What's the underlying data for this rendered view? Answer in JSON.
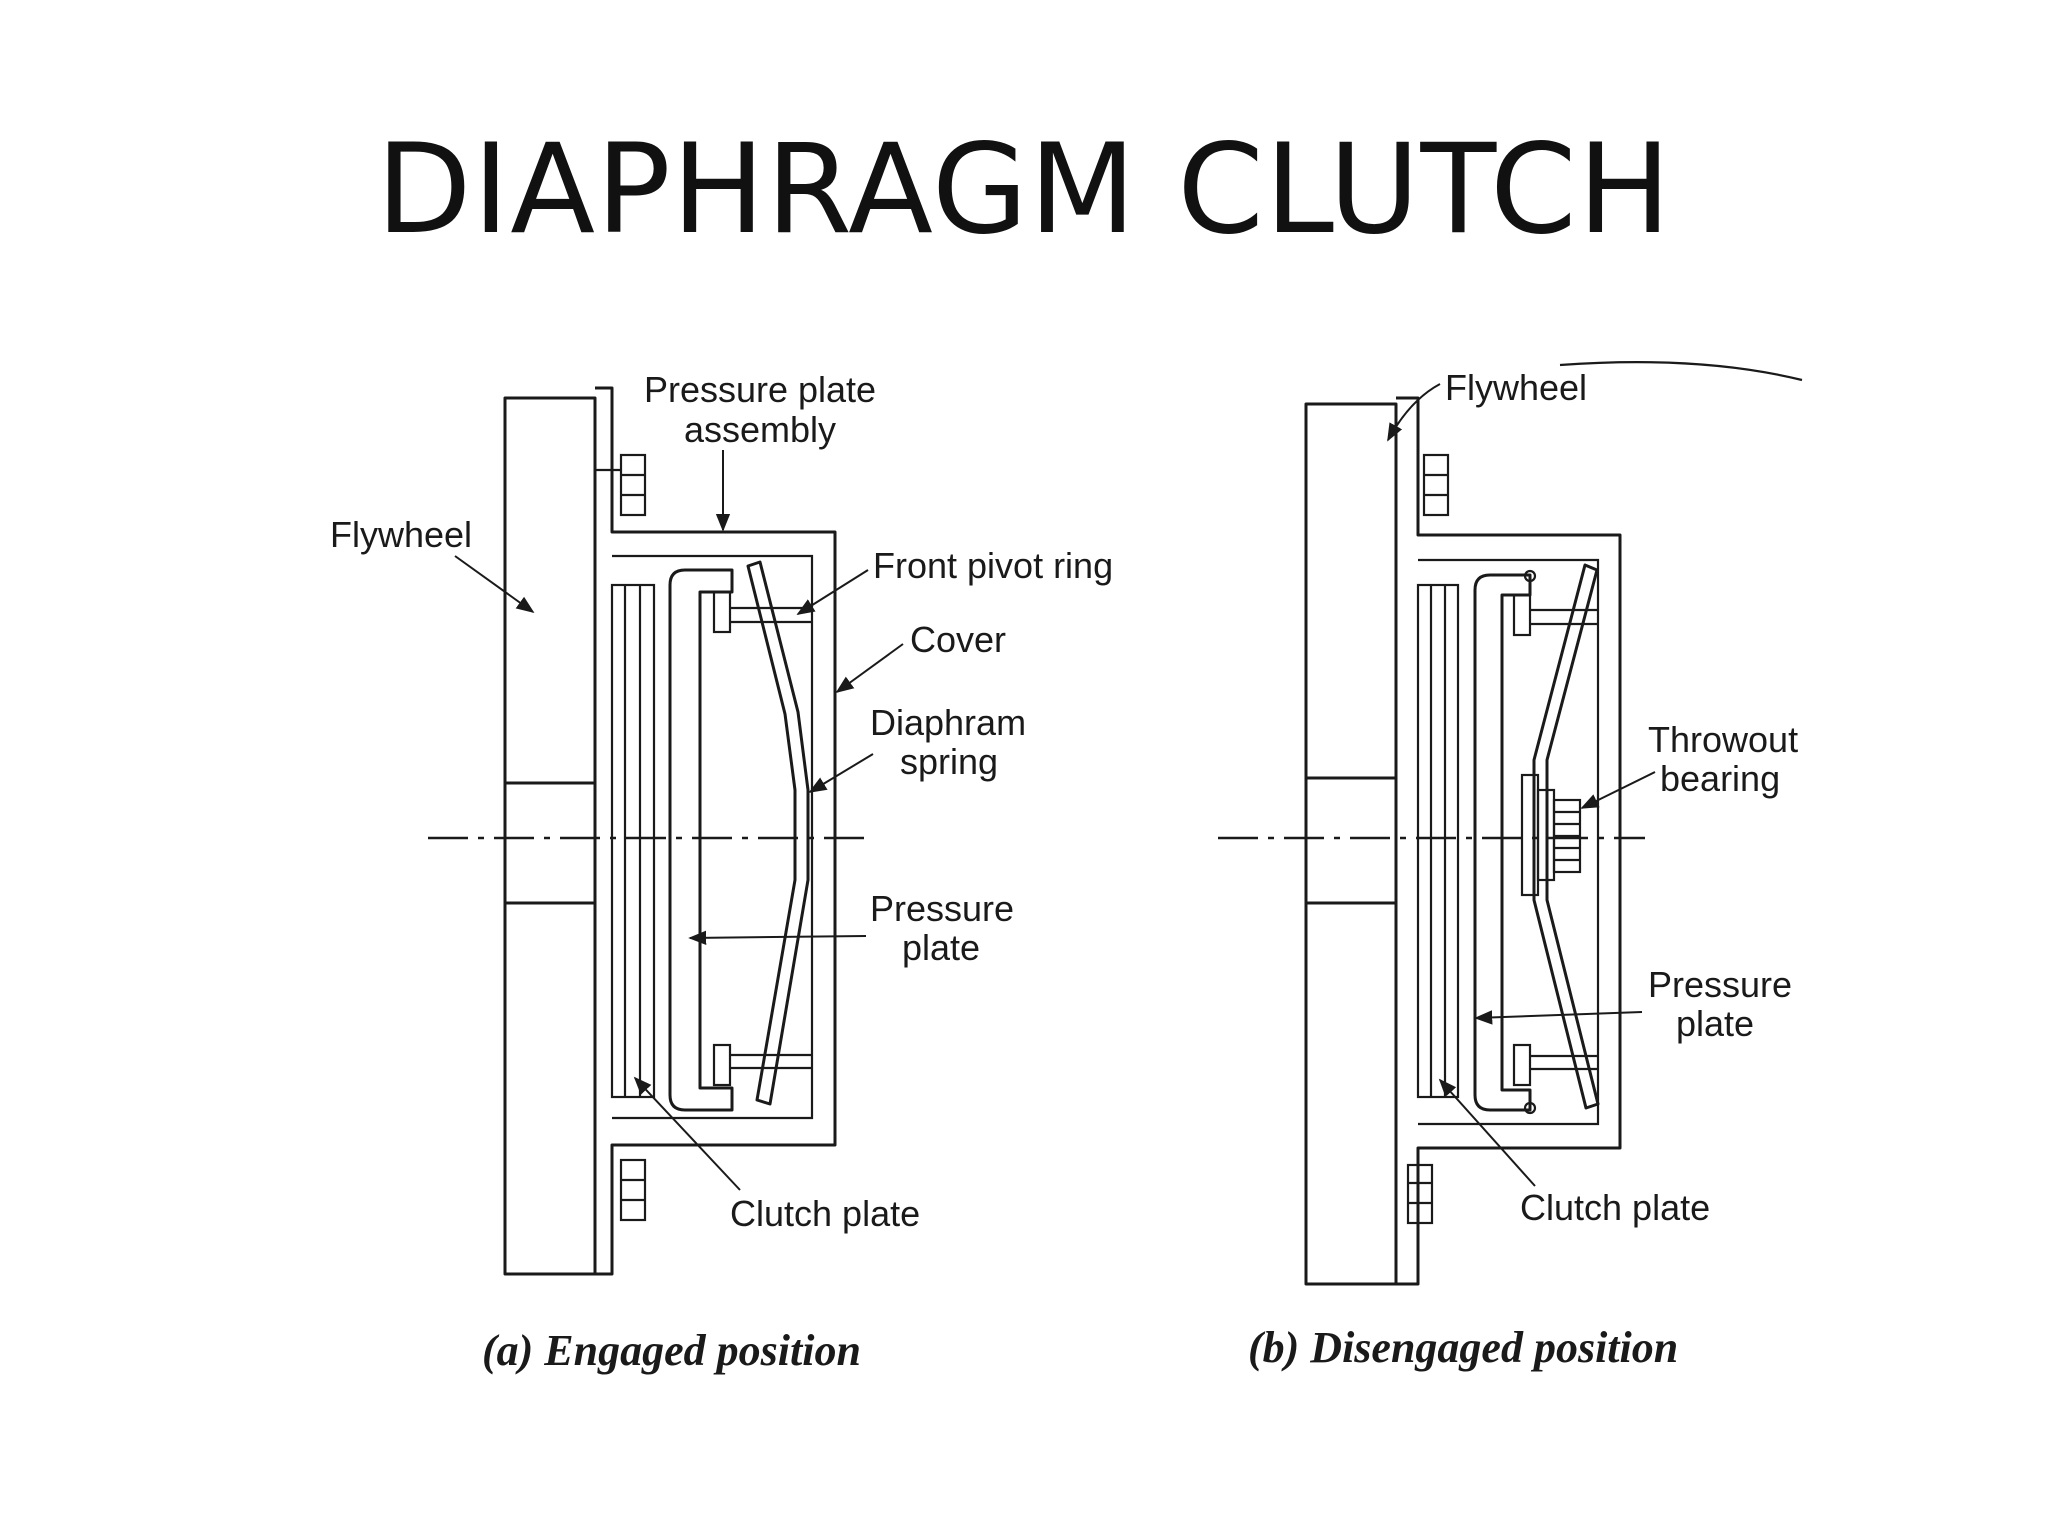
{
  "title": "DIAPHRAGM CLUTCH",
  "engaged": {
    "caption": "(a) Engaged position",
    "labels": {
      "pressure_plate_assembly_1": "Pressure plate",
      "pressure_plate_assembly_2": "assembly",
      "flywheel": "Flywheel",
      "front_pivot_ring": "Front pivot ring",
      "cover": "Cover",
      "diaphragm_spring_1": "Diaphram",
      "diaphragm_spring_2": "spring",
      "pressure_plate_1": "Pressure",
      "pressure_plate_2": "plate",
      "clutch_plate": "Clutch plate"
    }
  },
  "disengaged": {
    "caption": "(b) Disengaged position",
    "labels": {
      "flywheel": "Flywheel",
      "throwout_bearing_1": "Throwout",
      "throwout_bearing_2": "bearing",
      "pressure_plate_1": "Pressure",
      "pressure_plate_2": "plate",
      "clutch_plate": "Clutch plate"
    }
  }
}
